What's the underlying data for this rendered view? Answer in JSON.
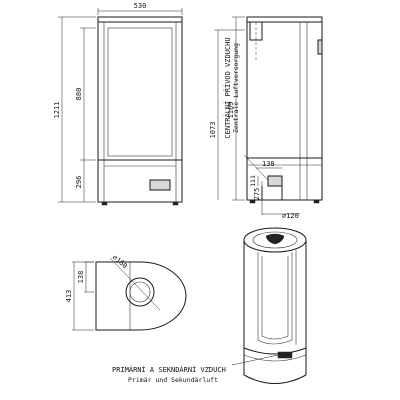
{
  "front_view": {
    "width_label": "530",
    "total_height_label": "1211",
    "upper_height_label": "880",
    "base_height_label": "296"
  },
  "side_view": {
    "total_height_label": "1169",
    "air_height_label": "1073",
    "outlet_offset_label": "138",
    "outlet_height_label": "275",
    "outlet_size_label": "111",
    "flue_diameter_label": "⌀120",
    "central_air_cz": "CENTRÁLNÍ PŘÍVOD VZDUCHU",
    "central_air_de": "Zentrale Luftversorgung"
  },
  "plan_view": {
    "diameter_label": "⌀160",
    "offset_label": "138",
    "depth_label": "413"
  },
  "perspective_view": {
    "air_note_cz": "PRIMÁRNÍ A SEKNDÁRNÍ VZDUCH",
    "air_note_de": "Primär und Sekundärluft"
  }
}
